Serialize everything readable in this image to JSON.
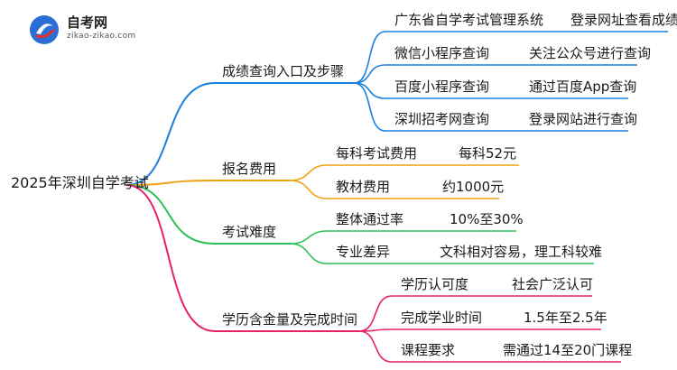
{
  "logo": {
    "name": "自考网",
    "url": "zikao-zikao.com"
  },
  "root": "2025年深圳自学考试",
  "branches": [
    {
      "label": "成绩查询入口及步骤",
      "color": "#1a7fe0",
      "children": [
        {
          "label": "广东省自学考试管理系统",
          "value": "登录网址查看成绩"
        },
        {
          "label": "微信小程序查询",
          "value": "关注公众号进行查询"
        },
        {
          "label": "百度小程序查询",
          "value": "通过百度App查询"
        },
        {
          "label": "深圳招考网查询",
          "value": "登录网站进行查询"
        }
      ]
    },
    {
      "label": "报名费用",
      "color": "#f0a010",
      "children": [
        {
          "label": "每科考试费用",
          "value": "每科52元"
        },
        {
          "label": "教材费用",
          "value": "约1000元"
        }
      ]
    },
    {
      "label": "考试难度",
      "color": "#2fbf5a",
      "children": [
        {
          "label": "整体通过率",
          "value": "10%至30%"
        },
        {
          "label": "专业差异",
          "value": "文科相对容易，理工科较难"
        }
      ]
    },
    {
      "label": "学历含金量及完成时间",
      "color": "#e8206a",
      "children": [
        {
          "label": "学历认可度",
          "value": "社会广泛认可"
        },
        {
          "label": "完成学业时间",
          "value": "1.5年至2.5年"
        },
        {
          "label": "课程要求",
          "value": "需通过14至20门课程"
        }
      ]
    }
  ]
}
